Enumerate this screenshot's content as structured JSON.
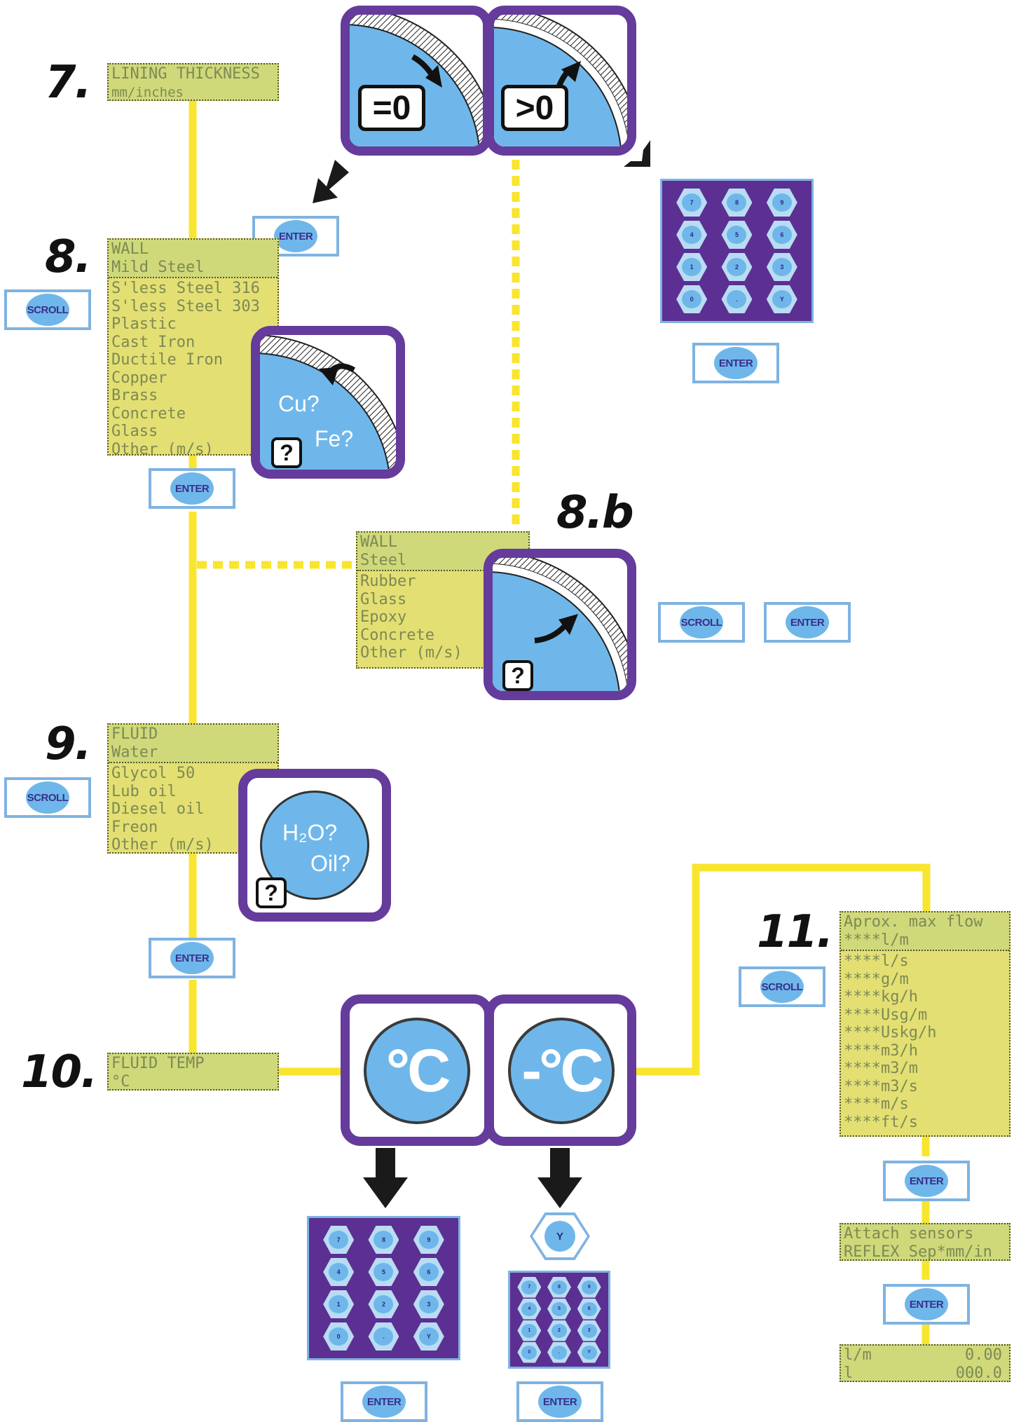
{
  "steps": {
    "s7": "7.",
    "s8": "8.",
    "s8b": "8.b",
    "s9": "9.",
    "s10": "10.",
    "s11": "11."
  },
  "lining_display": {
    "line1": "LINING THICKNESS",
    "line2": "mm/inches",
    "cursor": "_"
  },
  "wall_display": {
    "header": [
      "WALL",
      "Mild Steel"
    ],
    "options": [
      "S'less Steel 316",
      "S'less Steel 303",
      "Plastic",
      "Cast Iron",
      "Ductile Iron",
      "Copper",
      "Brass",
      "Concrete",
      "Glass",
      "Other (m/s)"
    ]
  },
  "lining_material_display": {
    "header": [
      "WALL",
      "Steel"
    ],
    "options": [
      "Rubber",
      "Glass",
      "Epoxy",
      "Concrete",
      "Other (m/s)"
    ]
  },
  "fluid_display": {
    "header": [
      "FLUID",
      "Water"
    ],
    "options": [
      "Glycol 50",
      "Lub oil",
      "Diesel oil",
      "Freon",
      "Other (m/s)"
    ]
  },
  "fluid_temp_display": {
    "line1": "FLUID TEMP",
    "line2": "°C",
    "cursor": "_"
  },
  "max_flow_display": {
    "header": [
      "Aprox. max flow",
      "****l/m"
    ],
    "options": [
      "****l/s",
      "****g/m",
      "****kg/h",
      "****Usg/m",
      "****Uskg/h",
      "****m3/h",
      "****m3/m",
      "****m3/s",
      "****m/s",
      "****ft/s"
    ]
  },
  "attach_display": {
    "line1": "Attach sensors",
    "line2": "REFLEX Sep*mm/in"
  },
  "reading_display": {
    "row1_left": "l/m",
    "row1_right": "0.00",
    "row2_left": "l",
    "row2_right": "000.0"
  },
  "buttons": {
    "enter": "ENTER",
    "scroll": "SCROLL"
  },
  "lining_choices": {
    "zero": "=0",
    "positive": ">0"
  },
  "wall_hint": {
    "a": "Cu?",
    "b": "Fe?",
    "help": "?"
  },
  "fluid_hint": {
    "a": "H₂O?",
    "b": "Oil?",
    "help": "?"
  },
  "lining_hint": {
    "help": "?"
  },
  "temp_choices": {
    "positive": "°C",
    "negative": "-°C"
  },
  "keypad_keys": [
    "7",
    "8",
    "9",
    "4",
    "5",
    "6",
    "1",
    "2",
    "3",
    "0",
    ".",
    "Y"
  ],
  "yes_key": "Y",
  "colors": {
    "purple": "#653b9c",
    "keypad_purple": "#5c2f92",
    "light_blue": "#6fb7ea",
    "button_border": "#7fb3e1",
    "lcd_yellow": "#e3df73",
    "lcd_header": "#cfd97a",
    "connector_yellow": "#f8e52e"
  }
}
